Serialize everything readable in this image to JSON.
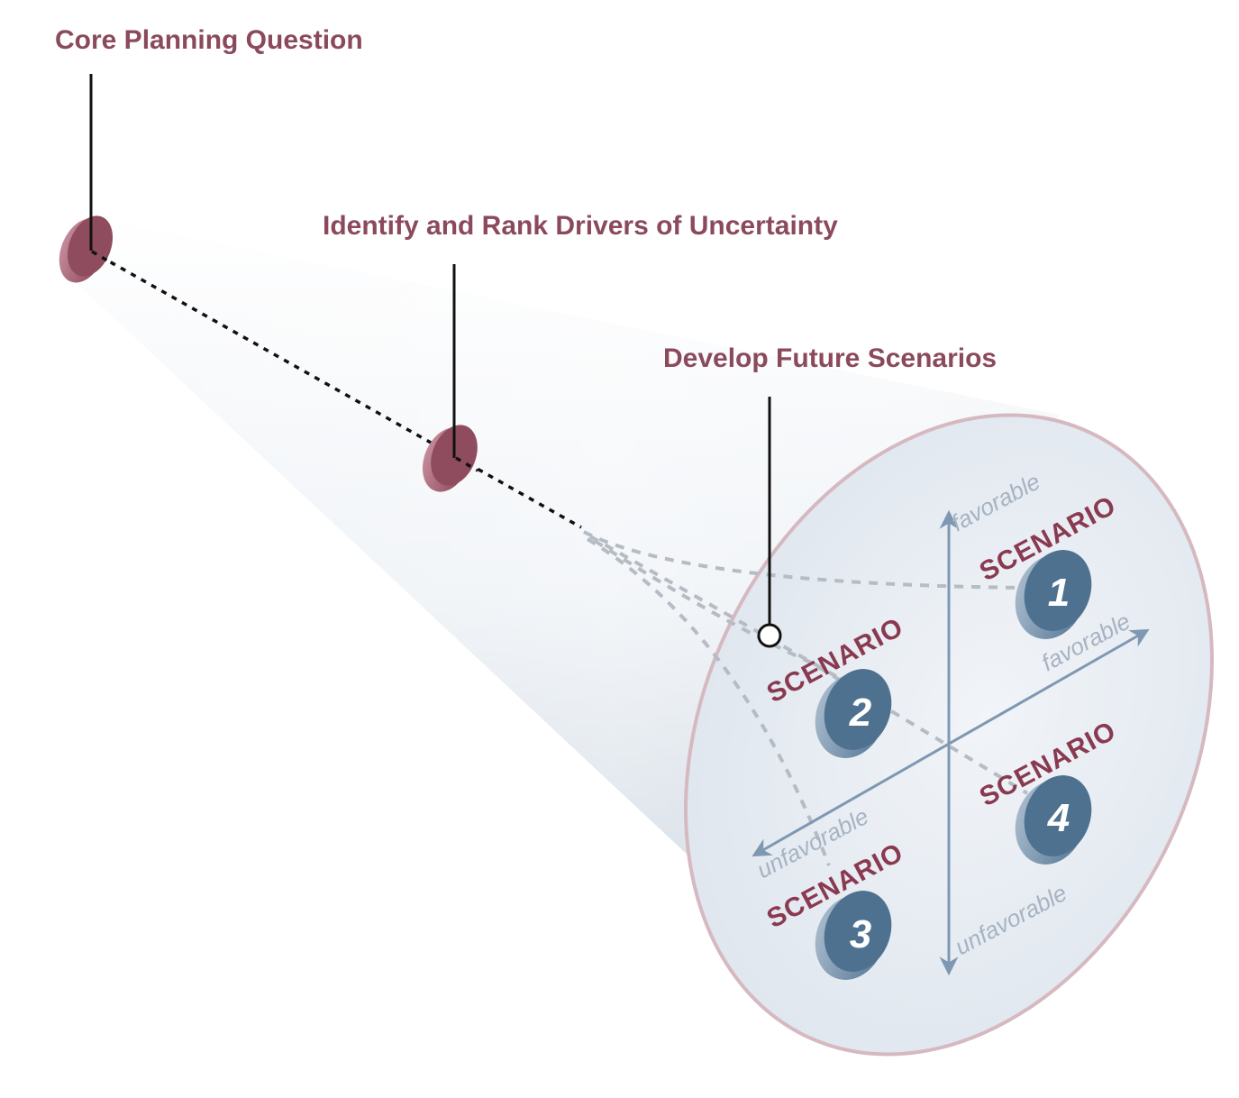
{
  "steps": [
    {
      "label": "Core Planning Question"
    },
    {
      "label": "Identify and Rank Drivers of Uncertainty"
    },
    {
      "label": "Develop Future Scenarios"
    }
  ],
  "axes": {
    "vertical_top": "favorable",
    "vertical_bottom": "unfavorable",
    "horizontal_right": "favorable",
    "horizontal_left": "unfavorable"
  },
  "scenarios": [
    {
      "label": "SCENARIO",
      "number": "1"
    },
    {
      "label": "SCENARIO",
      "number": "2"
    },
    {
      "label": "SCENARIO",
      "number": "3"
    },
    {
      "label": "SCENARIO",
      "number": "4"
    }
  ],
  "colors": {
    "accent": "#8b4a5c",
    "disc": "#8f4c5e",
    "badge": "#4e7190",
    "axis": "#7f98b2",
    "cone": "#d8e0e9"
  }
}
